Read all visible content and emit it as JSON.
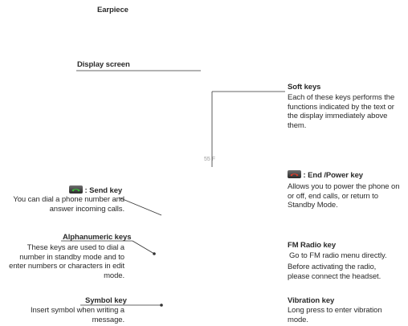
{
  "earpiece": {
    "label": "Earpiece"
  },
  "display_screen": {
    "label": "Display screen"
  },
  "soft_keys": {
    "label": "Soft keys",
    "description": "Each of these keys performs the functions indicated by the text or the display immediately above them."
  },
  "page_number": "55 F",
  "send_key": {
    "label": ": Send key",
    "icon": "green-phone-icon",
    "description": "You can dial a phone number and answer incoming calls."
  },
  "end_power_key": {
    "label": ": End /Power key",
    "icon": "red-phone-icon",
    "description": "Allows you to power the phone on or off, end calls, or return to Standby Mode."
  },
  "alphanumeric_keys": {
    "label": "Alphanumeric keys",
    "description": "These keys are used to dial a number in standby mode and to enter numbers or characters in edit mode."
  },
  "fm_radio_key": {
    "label": "FM Radio key",
    "description_1": "Go to FM radio menu directly.",
    "description_2": "Before activating the radio, please connect the headset."
  },
  "symbol_key": {
    "label": "Symbol key",
    "description": "Insert symbol when writing a message."
  },
  "vibration_key": {
    "label": "Vibration key",
    "description": "Long press to enter vibration mode."
  },
  "colors": {
    "text": "#2b2b2b",
    "send_icon_phone": "#37c837",
    "end_icon_phone": "#e03a2a",
    "icon_bg": "#3a3a3a"
  }
}
